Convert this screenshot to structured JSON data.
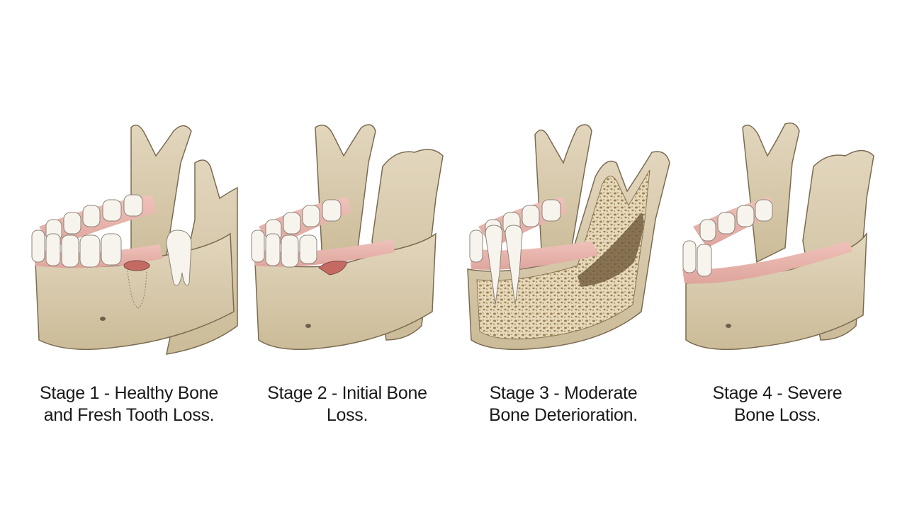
{
  "figure": {
    "type": "staged-illustration",
    "subject": "mandible bone loss progression after tooth loss",
    "colors": {
      "bone": "#d9ccb0",
      "bone_shadow": "#bfae8c",
      "bone_outline": "#6e604a",
      "gum": "#e8b4ad",
      "tooth": "#f7f4ee",
      "socket": "#c46a62",
      "marrow": "#8c7550",
      "background": "#ffffff"
    },
    "stages": [
      {
        "id": 1,
        "caption_line1": "Stage 1 - Healthy Bone",
        "caption_line2": "and Fresh Tooth Loss.",
        "illustration": "jaw-with-extracted-tooth"
      },
      {
        "id": 2,
        "caption_line1": "Stage 2 - Initial Bone",
        "caption_line2": "Loss.",
        "illustration": "jaw-with-socket-healing"
      },
      {
        "id": 3,
        "caption_line1": "Stage 3 - Moderate",
        "caption_line2": "Bone Deterioration.",
        "illustration": "jaw-cross-section-trabecular"
      },
      {
        "id": 4,
        "caption_line1": "Stage 4 - Severe",
        "caption_line2": "Bone Loss.",
        "illustration": "jaw-severely-resorbed"
      }
    ]
  }
}
